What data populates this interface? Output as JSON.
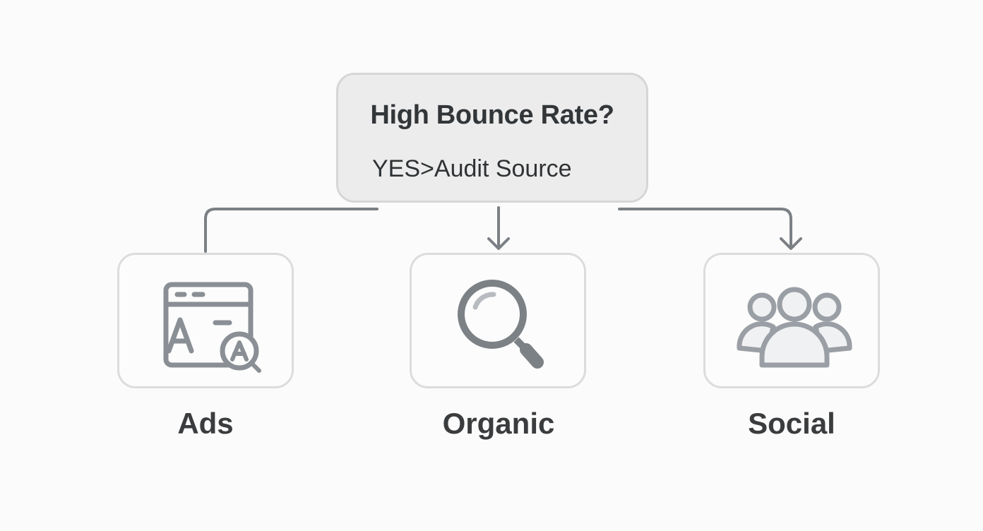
{
  "diagram": {
    "root": {
      "title": "High Bounce Rate?",
      "subtitle": "YES>Audit Source"
    },
    "children": [
      {
        "label": "Ads",
        "icon": "browser-ad-search-icon"
      },
      {
        "label": "Organic",
        "icon": "magnifying-glass-icon"
      },
      {
        "label": "Social",
        "icon": "user-group-icon"
      }
    ],
    "colors": {
      "background": "#fbfbfb",
      "root_fill": "#ececec",
      "box_border": "#dcdcdc",
      "connector": "#7b8085",
      "icon_stroke": "#8a8f95",
      "text": "#333639"
    }
  }
}
